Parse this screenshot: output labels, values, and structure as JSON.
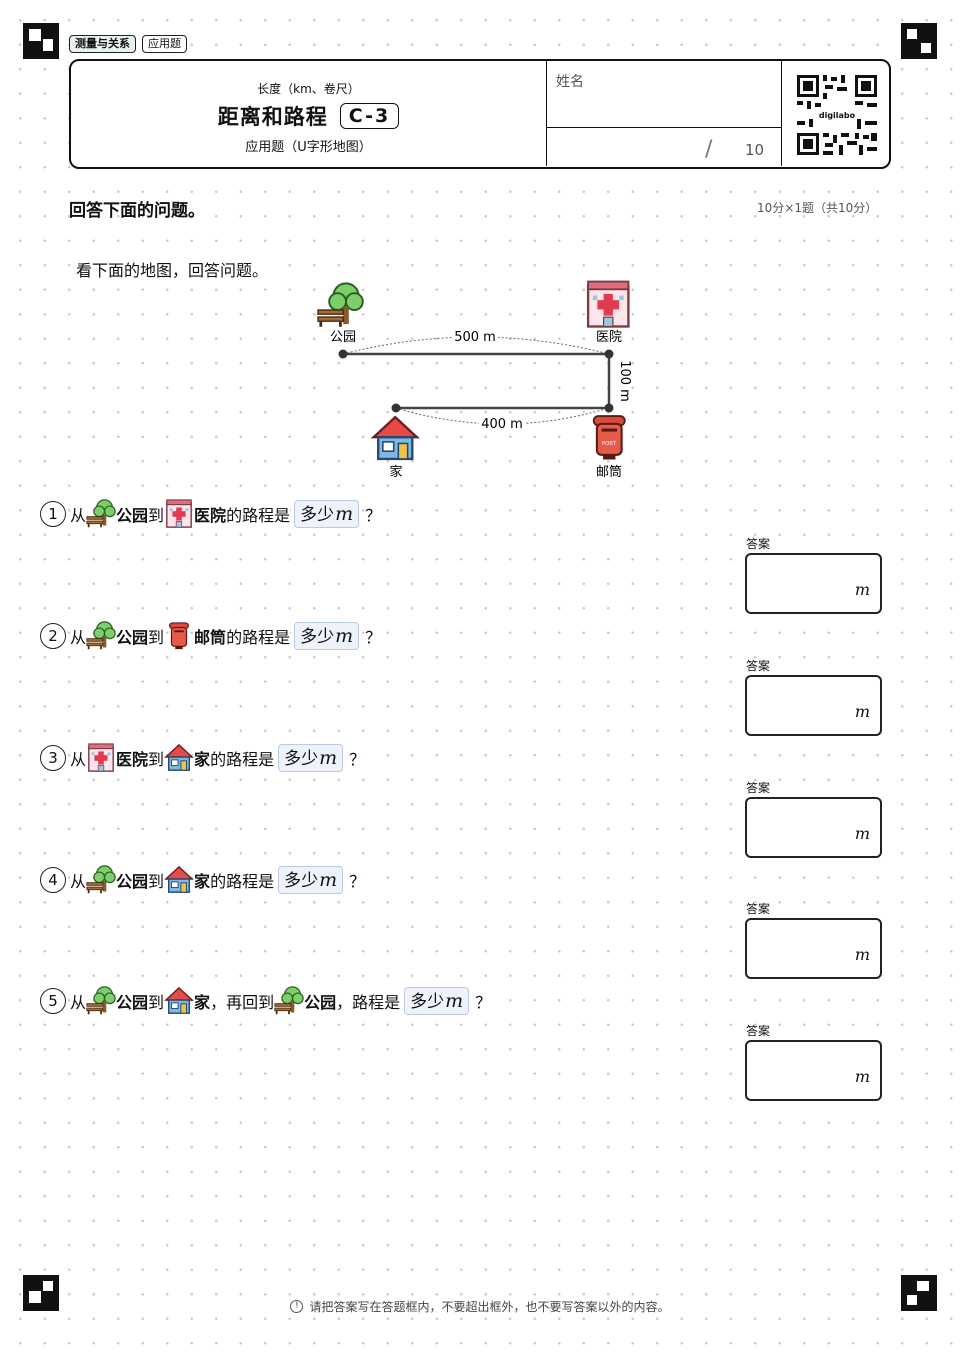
{
  "tags": {
    "primary": "测量与关系",
    "secondary": "应用题"
  },
  "header": {
    "supertitle": "长度（km、卷尺）",
    "title": "距离和路程",
    "code": "C-3",
    "subtitle": "应用题（U字形地图）",
    "name_label": "姓名",
    "score_slash": "/",
    "score_total": "10",
    "qr_label": "digilabo"
  },
  "section": {
    "title": "回答下面的问题。",
    "score_note": "10分×1题（共10分）"
  },
  "intro": "看下面的地图，回答问题。",
  "map": {
    "park": "公园",
    "hospital": "医院",
    "home": "家",
    "postbox": "邮筒",
    "d_park_hospital": "500 m",
    "d_hospital_postbox": "100 m",
    "d_postbox_home": "400 m",
    "post_text": "POST"
  },
  "q": {
    "from": "从",
    "to": "到",
    "route": "的路程是",
    "howmuch": "多少",
    "unit": "m",
    "qmark": "？",
    "again": "，再回到",
    "route5": "，路程是"
  },
  "questions": [
    {
      "num": "1"
    },
    {
      "num": "2"
    },
    {
      "num": "3"
    },
    {
      "num": "4"
    },
    {
      "num": "5"
    }
  ],
  "answer": {
    "label": "答案",
    "unit": "m"
  },
  "footer": {
    "icon": "!",
    "note": "请把答案写在答题框内，不要超出框外，也不要写答案以外的内容。"
  },
  "colors": {
    "ink": "#111111",
    "highlight_bg": "#eef3fb",
    "tag_bg": "#e8f3ef"
  }
}
